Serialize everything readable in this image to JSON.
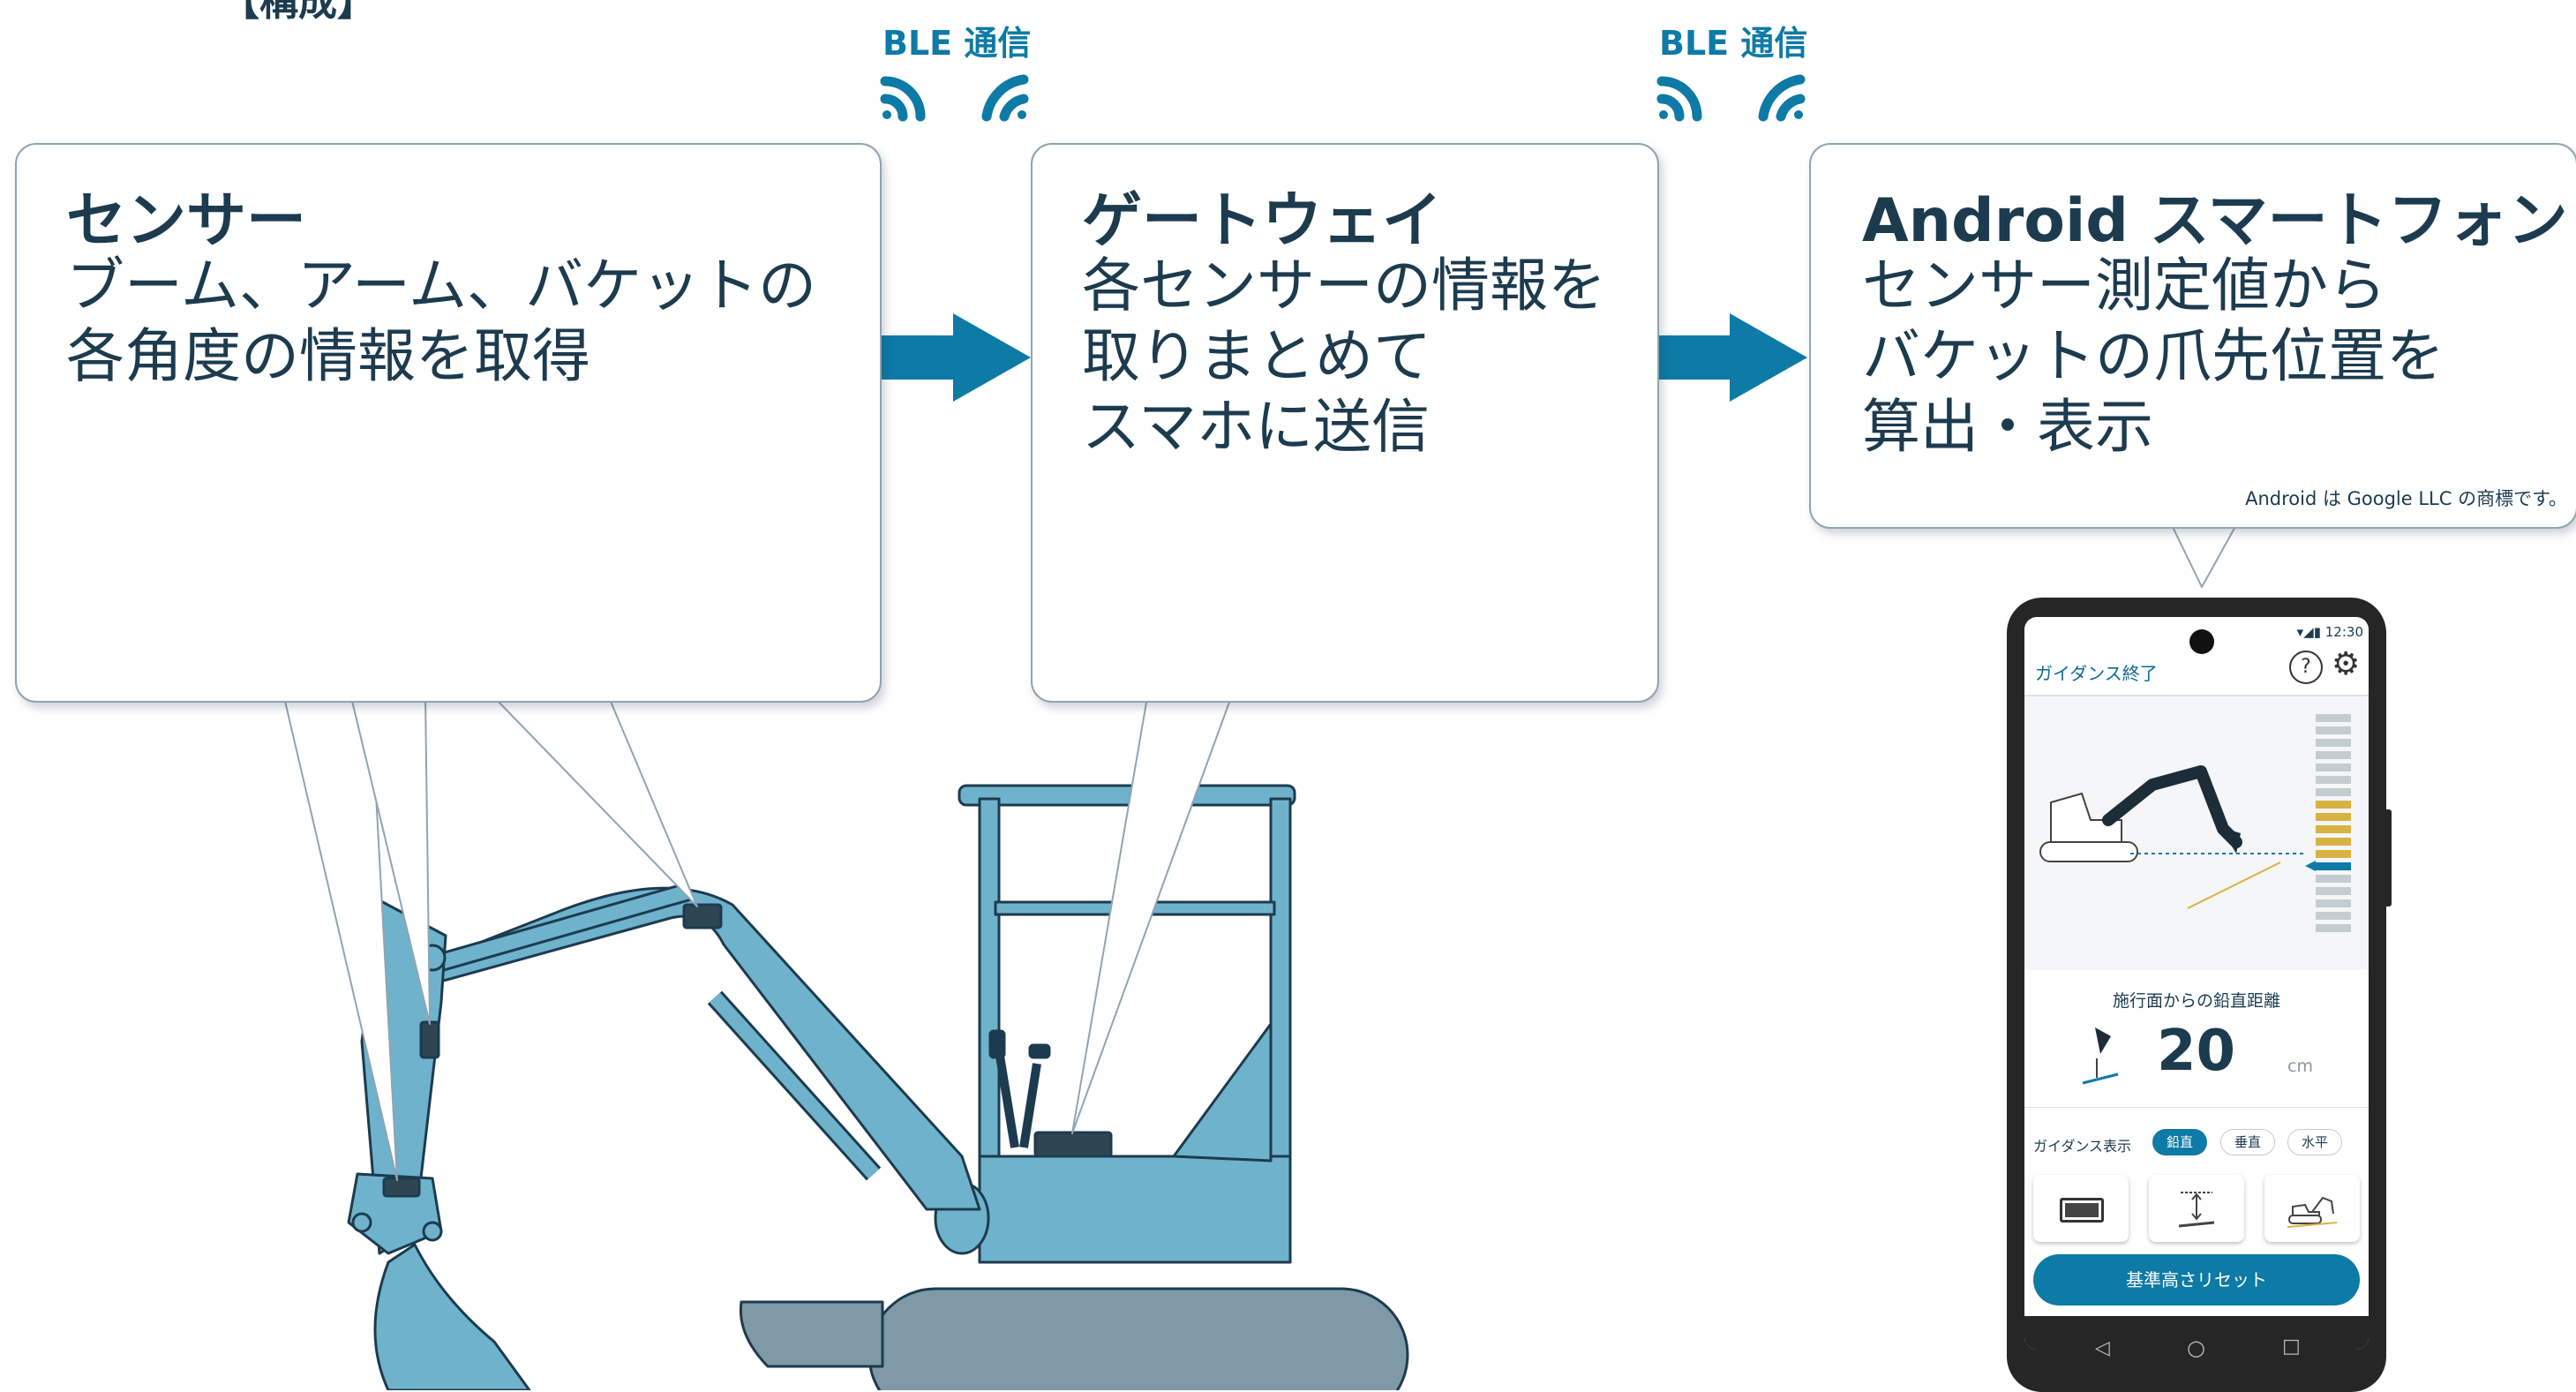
{
  "top_fragment": "【構成】",
  "links": [
    {
      "label": "BLE 通信"
    },
    {
      "label": "BLE 通信"
    }
  ],
  "sensor": {
    "title": "センサー",
    "description": "ブーム、アーム、バケットの\n各角度の情報を取得"
  },
  "gateway": {
    "title": "ゲートウェイ",
    "description": "各センサーの情報を\n取りまとめて\nスマホに送信"
  },
  "smartphone": {
    "title": "Android スマートフォン",
    "description": "センサー測定値から\nバケットの爪先位置を\n算出・表示",
    "trademark": "Android は Google LLC の商標です。"
  },
  "phone_screen": {
    "status_time": "12:30",
    "end_guidance": "ガイダンス終了",
    "distance_label": "施行面からの鉛直距離",
    "distance_value": "20",
    "distance_unit": "cm",
    "guidance_display_label": "ガイダンス表示",
    "modes": [
      "鉛直",
      "垂直",
      "水平"
    ],
    "selected_mode": "鉛直",
    "reset_button": "基準高さリセット",
    "nav": [
      "◁",
      "○",
      "□"
    ]
  },
  "colors": {
    "accent": "#0e7aa6",
    "machine": "#6fb2cc",
    "machine_dark": "#1c3b4f",
    "track": "#7f9aa6",
    "bubble_border": "#8fa4b2"
  }
}
